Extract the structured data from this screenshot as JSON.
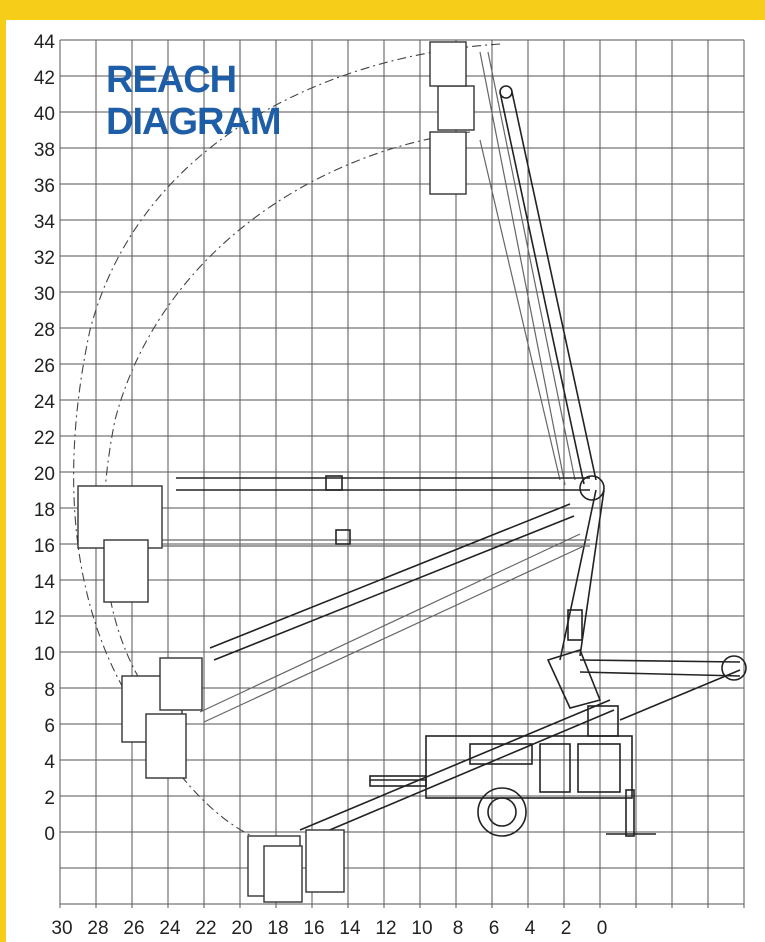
{
  "title": {
    "line1": "REACH",
    "line2": "DIAGRAM",
    "color": "#1E5DA8"
  },
  "frame_color": "#F6CE1A",
  "y_ticks": [
    "44",
    "42",
    "40",
    "38",
    "36",
    "34",
    "32",
    "30",
    "28",
    "26",
    "24",
    "22",
    "20",
    "18",
    "16",
    "14",
    "12",
    "10",
    "8",
    "6",
    "4",
    "2",
    "0"
  ],
  "x_ticks": [
    "30",
    "28",
    "26",
    "24",
    "22",
    "20",
    "18",
    "16",
    "14",
    "12",
    "10",
    "8",
    "6",
    "4",
    "2",
    "0"
  ],
  "machine": {
    "icon": "trailer-mounted-boom-lift-icon"
  }
}
